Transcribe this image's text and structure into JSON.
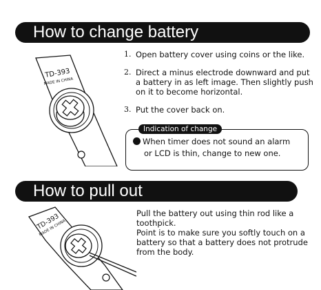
{
  "section1": {
    "title": "How to change battery",
    "device_model": "TD-393",
    "device_origin": "MADE IN CHINA",
    "steps": [
      {
        "num": "1.",
        "text": "Open battery cover using coins or the like."
      },
      {
        "num": "2.",
        "text": "Direct a minus electrode downward and put a battery in as left image. Then slightly push on it to become horizontal."
      },
      {
        "num": "3.",
        "text": "Put the cover back on."
      }
    ],
    "notice": {
      "tag": "Indication of change",
      "line1": "When timer does not sound an alarm",
      "line2": "or LCD is thin, change to new one."
    }
  },
  "section2": {
    "title": "How to pull out",
    "device_model": "TD-393",
    "device_origin": "MADE IN CHINA",
    "text_line1": "Pull the battery out using thin rod like a toothpick.",
    "text_line2": "Point is to make sure you softly touch on a battery so that a battery does not protrude from the body."
  },
  "icons": [
    "bullet-icon",
    "battery-cover-icon"
  ]
}
